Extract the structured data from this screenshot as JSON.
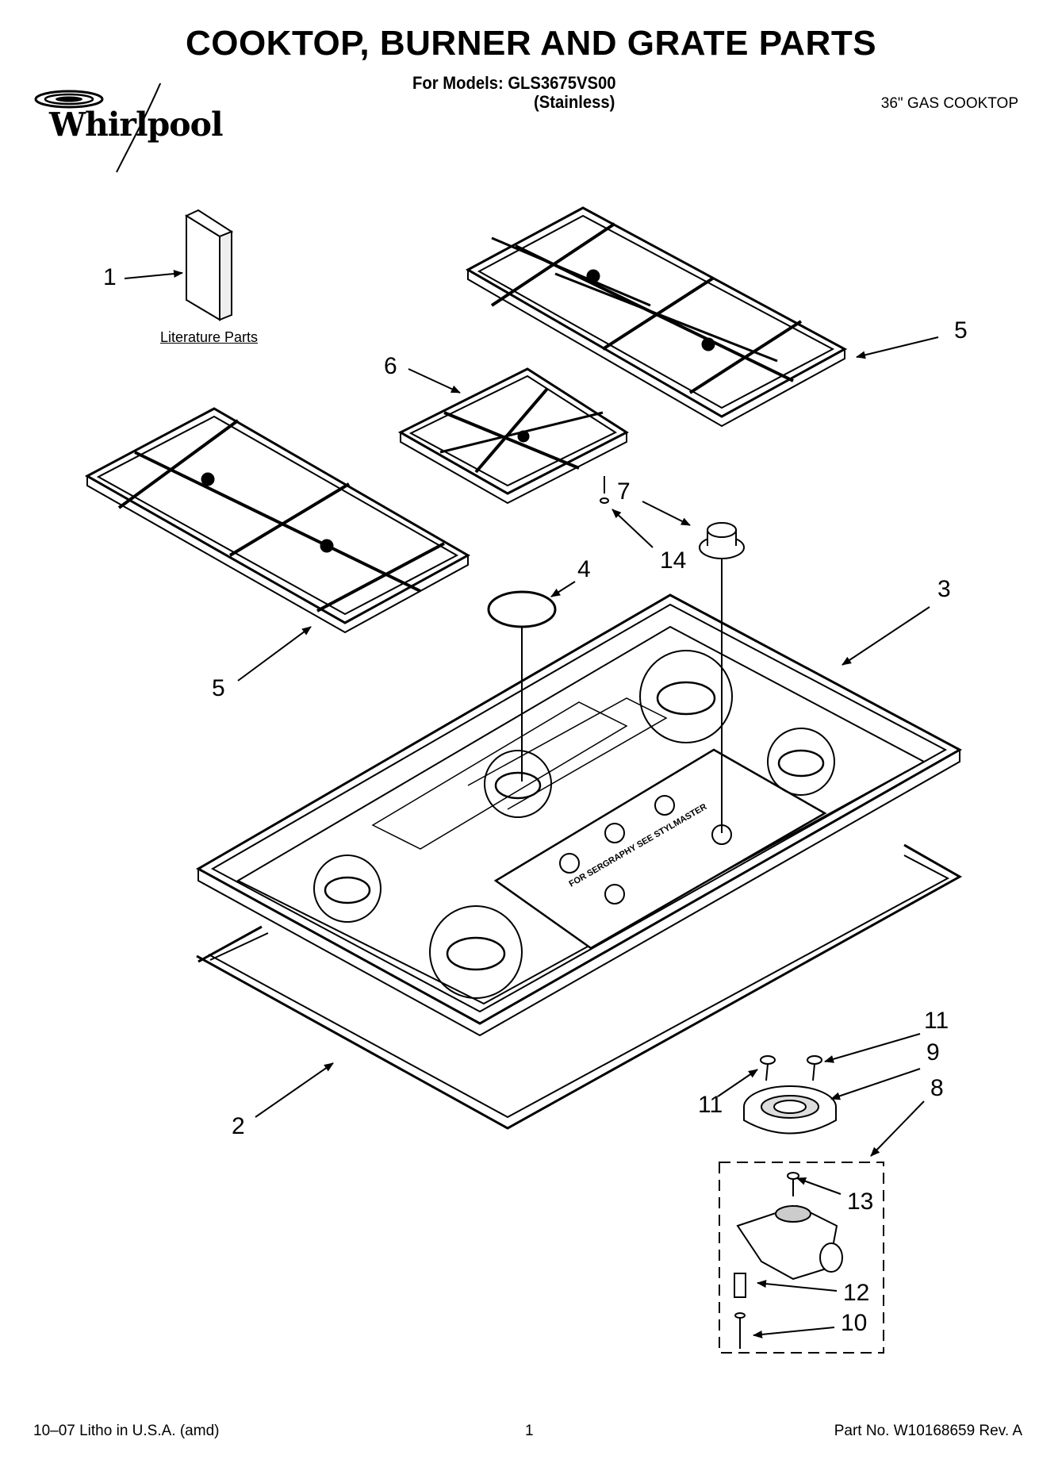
{
  "header": {
    "title": "COOKTOP, BURNER AND GRATE PARTS",
    "models_line": "For Models: GLS3675VS00",
    "finish": "(Stainless)",
    "cooktop_type": "36\" GAS COOKTOP",
    "brand": "Whirlpool"
  },
  "diagram": {
    "literature_label": "Literature Parts",
    "panel_text": "FOR SERGRAPHY SEE STYLMASTER",
    "callouts": {
      "c1": "1",
      "c2": "2",
      "c3": "3",
      "c4": "4",
      "c5a": "5",
      "c5b": "5",
      "c6": "6",
      "c7": "7",
      "c8": "8",
      "c9": "9",
      "c10": "10",
      "c11a": "11",
      "c11b": "11",
      "c12": "12",
      "c13": "13",
      "c14": "14"
    }
  },
  "footer": {
    "left": "10–07 Litho in U.S.A. (amd)",
    "page": "1",
    "part_no": "Part No. W10168659 Rev. A"
  }
}
